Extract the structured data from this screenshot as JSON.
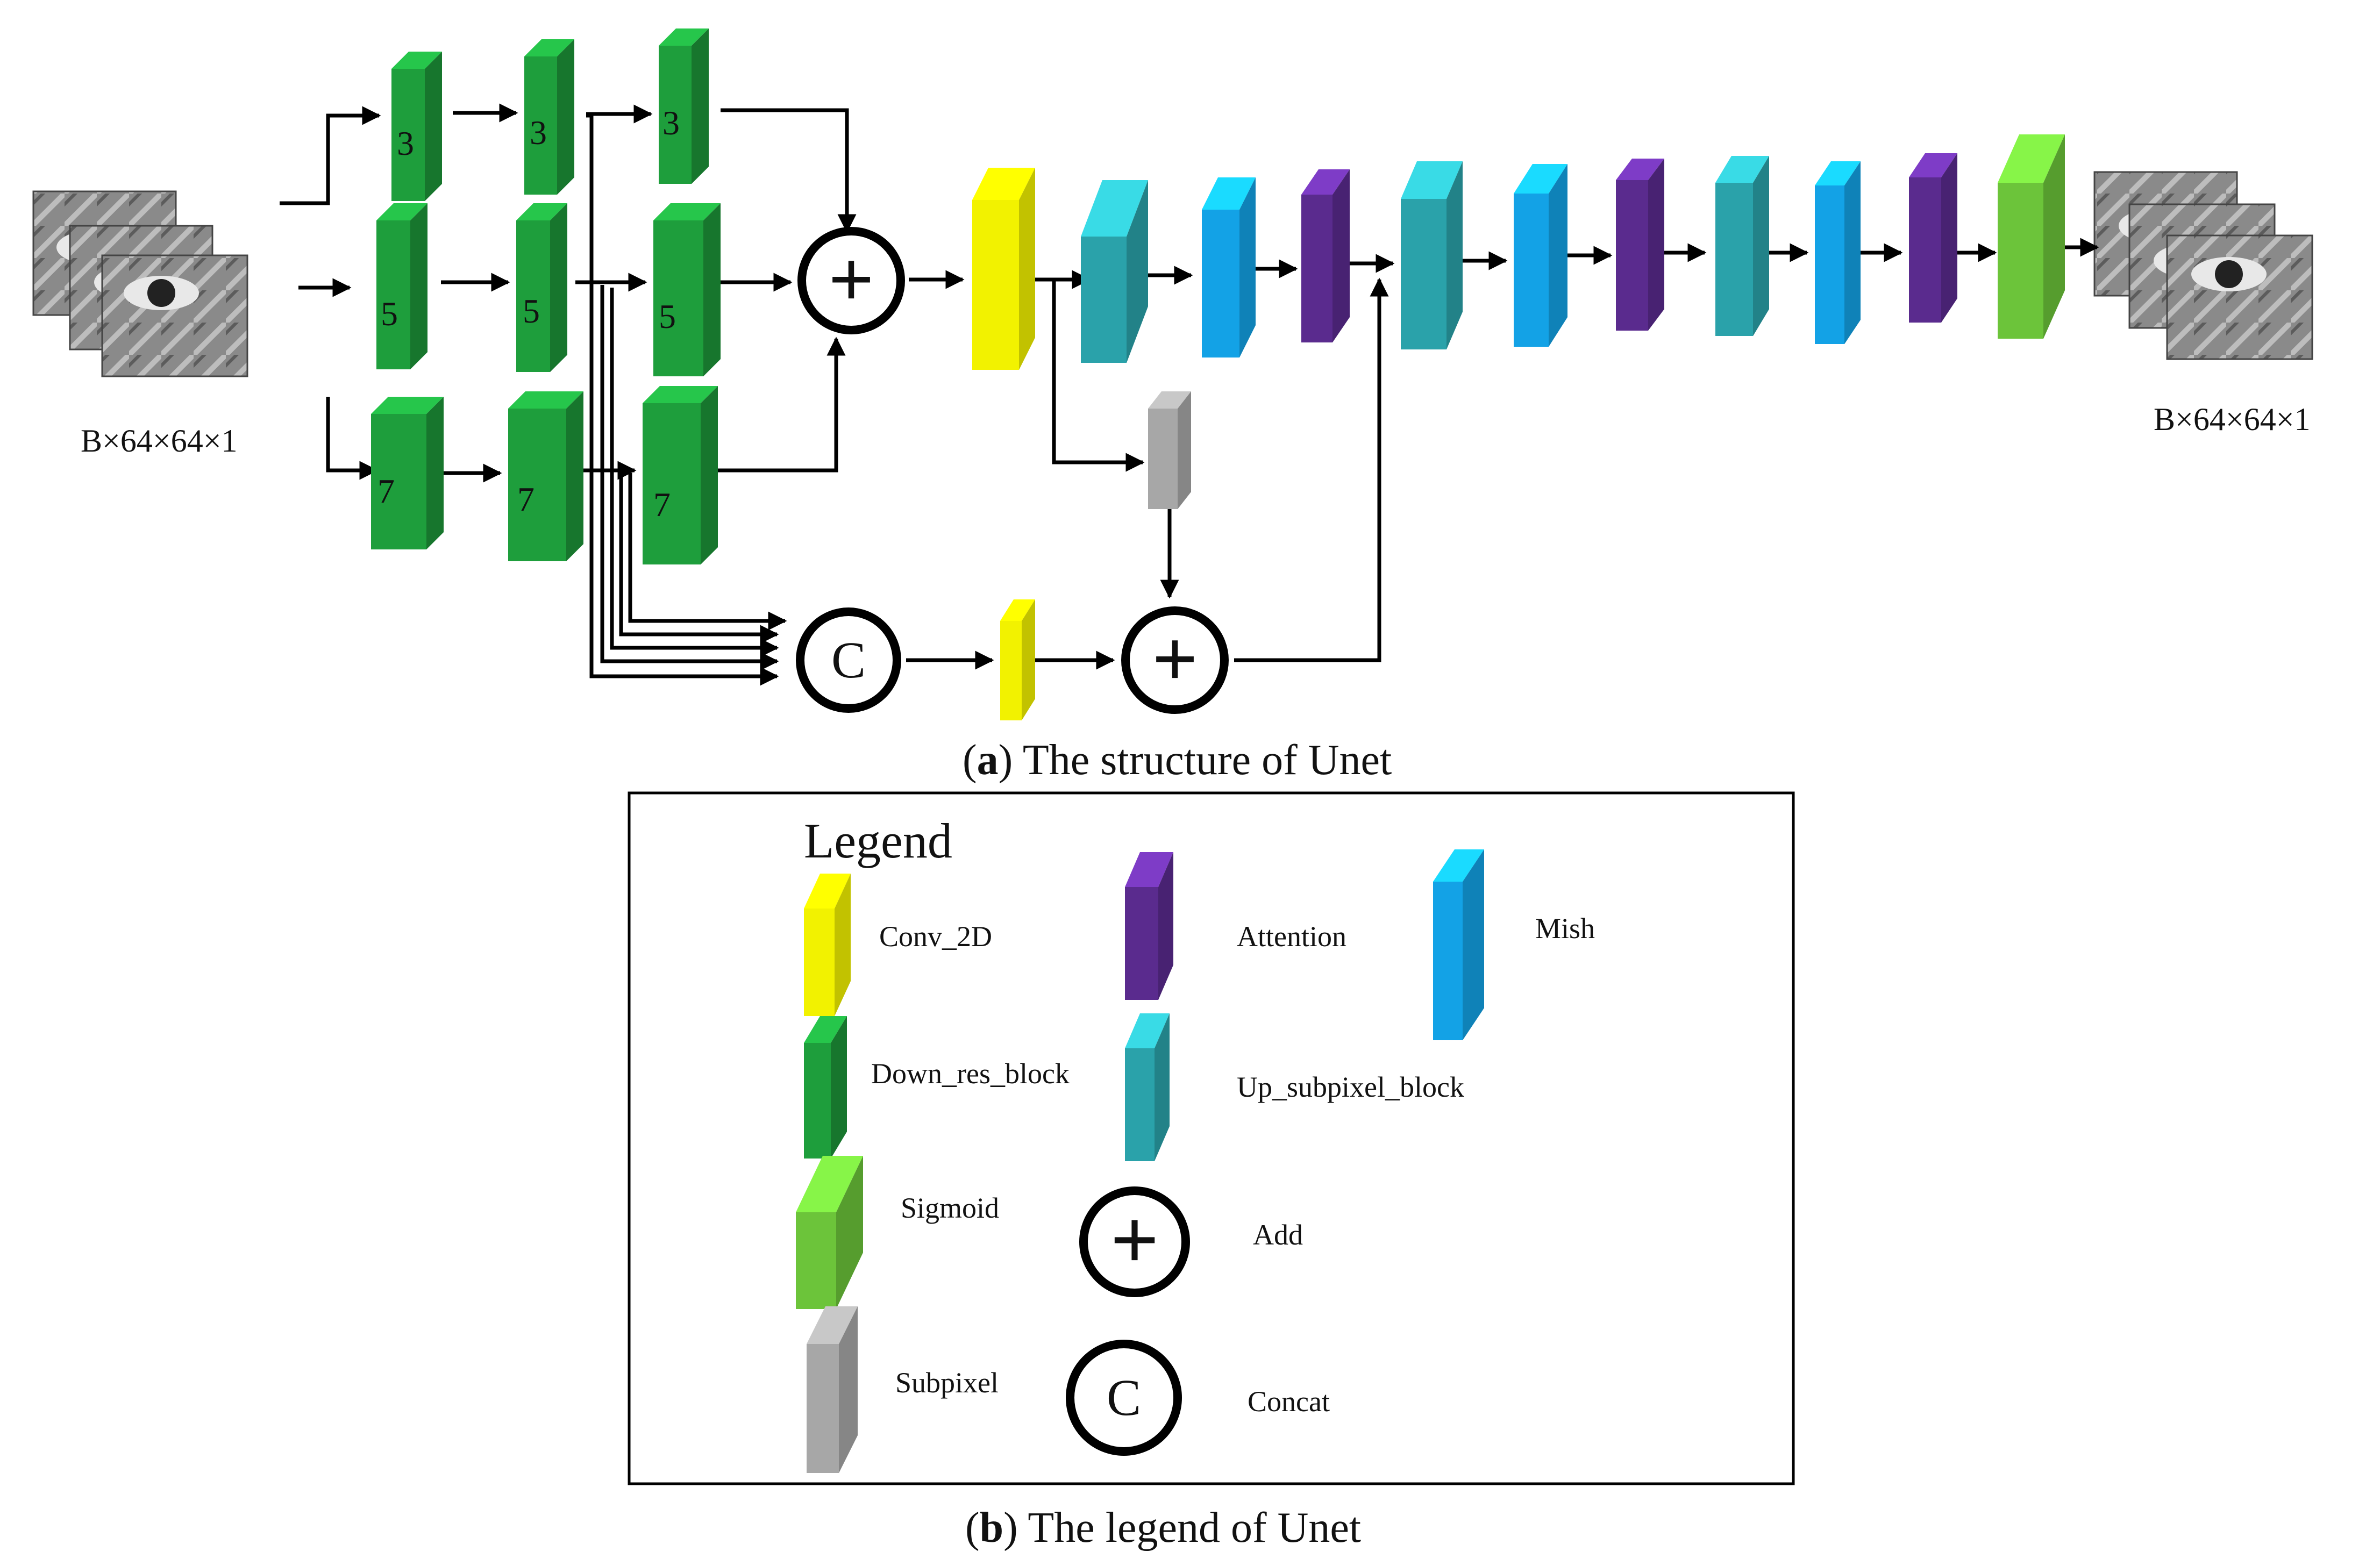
{
  "colors": {
    "down_res_block": "#1e9e3c",
    "conv_2d": "#f2f200",
    "up_subpixel_block": "#2aa2aa",
    "mish": "#13a2e6",
    "attention": "#5a2b8e",
    "sigmoid": "#6cc43a",
    "subpixel": "#a7a7a7"
  },
  "diagram": {
    "input_shape": "B×64×64×1",
    "output_shape": "B×64×64×1",
    "kernel_labels": {
      "row1": "3",
      "row2": "5",
      "row3": "7"
    },
    "add_symbol": "+",
    "concat_symbol": "C",
    "caption_a_letter": "a",
    "caption_a_text": ") The structure of Unet",
    "caption_a_open": "("
  },
  "legend": {
    "title": "Legend",
    "items": {
      "conv_2d": "Conv_2D",
      "attention": "Attention",
      "mish": "Mish",
      "down_res_block": "Down_res_block",
      "up_subpixel_block": "Up_subpixel_block",
      "sigmoid": "Sigmoid",
      "add": "Add",
      "subpixel": "Subpixel",
      "concat": "Concat"
    },
    "caption_b_open": "(",
    "caption_b_letter": "b",
    "caption_b_text": ") The legend of Unet"
  }
}
